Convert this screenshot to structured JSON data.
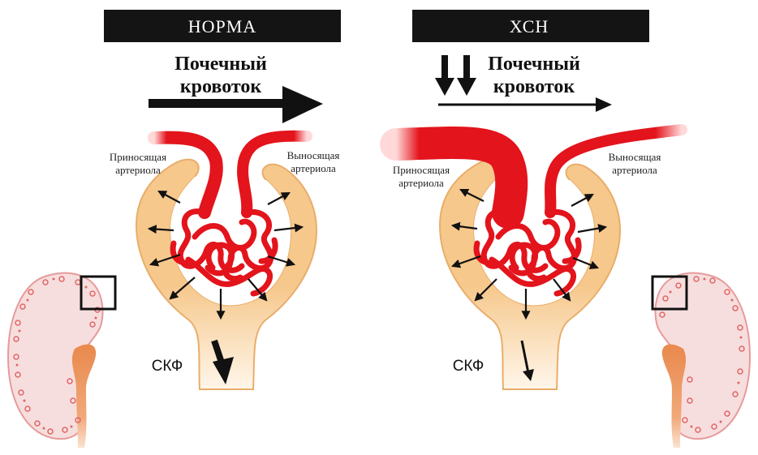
{
  "colors": {
    "capsule": "#f6c88c",
    "capsule_edge": "#e9ad6a",
    "vessel": "#e3141c",
    "kidney_fill": "#f7dede",
    "kidney_edge": "#e79a9a",
    "ureter": "#e9894d",
    "header_bg": "#141414",
    "arrow": "#111111"
  },
  "panels": {
    "normal": {
      "header": "НОРМА",
      "flow_line1": "Почечный",
      "flow_line2": "кровоток",
      "afferent_line1": "Приносящая",
      "afferent_line2": "артериола",
      "efferent_line1": "Выносящая",
      "efferent_line2": "артериола",
      "gfr": "СКФ"
    },
    "ckd": {
      "header": "ХСН",
      "flow_line1": "Почечный",
      "flow_line2": "кровоток",
      "afferent_line1": "Приносящая",
      "afferent_line2": "артериола",
      "efferent_line1": "Выносящая",
      "efferent_line2": "артериола",
      "gfr": "СКФ"
    }
  }
}
